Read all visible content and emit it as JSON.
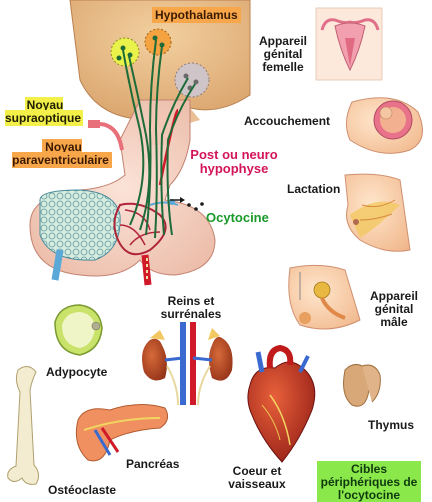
{
  "colors": {
    "hypothalamus": "#e8b880",
    "pituitary": "#f5d6c8",
    "neural": "#1e6b3a",
    "artery": "#d01a2a",
    "vein": "#5aa8d8",
    "lobule": "#cfe6d8",
    "highlight_orange": "#f7a64a",
    "highlight_yellow": "#f3f04a",
    "highlight_green": "#8be84a",
    "oxytocin_text": "#1a9a2a",
    "posthypophyse_text": "#d4145a"
  },
  "labels": {
    "hypothalamus": "Hypothalamus",
    "supraoptic": "Noyau\nsupraoptique",
    "paraventricular": "Noyau\nparaventriculaire",
    "posthypophyse": "Post ou neuro\nhypophyse",
    "oxytocin": "Ocytocine",
    "female_genital": "Appareil\ngénital\nfemelle",
    "childbirth": "Accouchement",
    "lactation": "Lactation",
    "male_genital": "Appareil\ngénital\nmâle",
    "kidneys": "Reins et\nsurrénales",
    "adipocyte": "Adypocyte",
    "osteoclast": "Ostéoclaste",
    "pancreas": "Pancréas",
    "heart": "Coeur et\nvaisseaux",
    "thymus": "Thymus",
    "peripheral_targets": "Cibles\npériphériques de\nl'ocytocine"
  }
}
